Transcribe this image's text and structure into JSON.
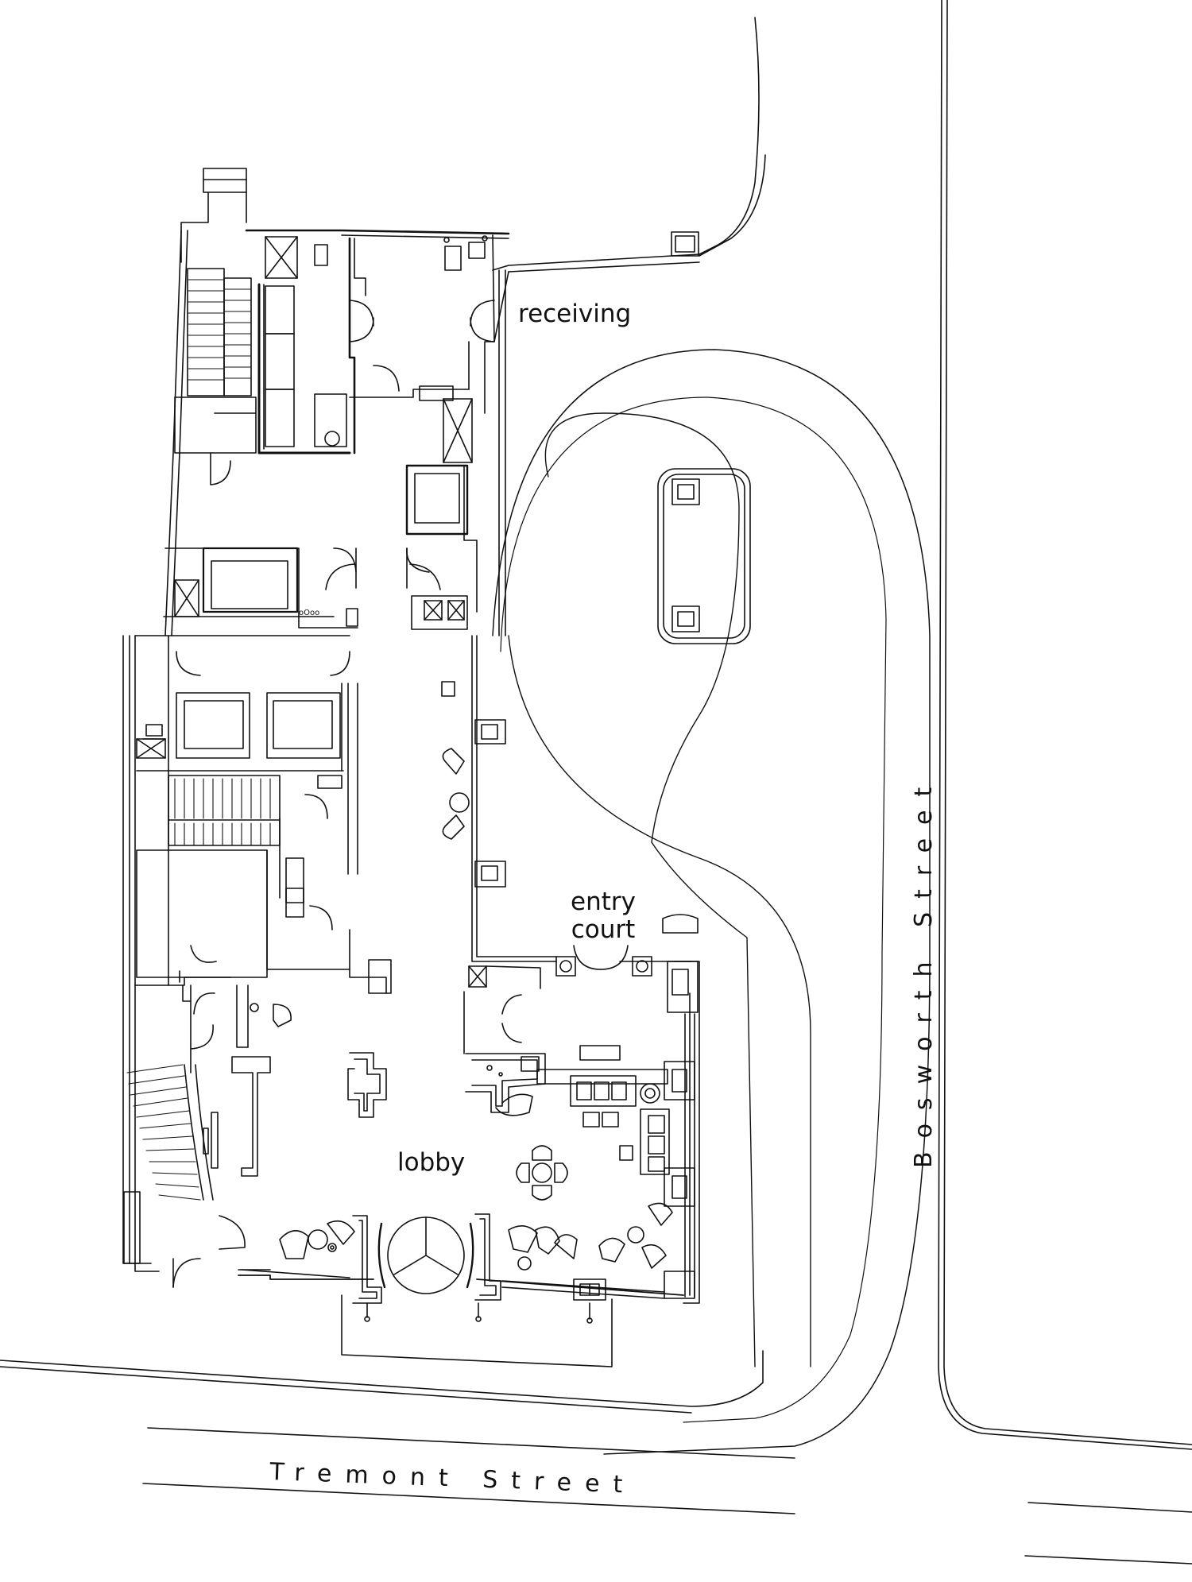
{
  "labels": {
    "receiving": "receiving",
    "entry_court": "entry\ncourt",
    "lobby": "lobby",
    "tremont": "Tremont Street",
    "bosworth": "Bosworth Street"
  },
  "colors": {
    "ink": "#111111",
    "paper": "#ffffff"
  }
}
